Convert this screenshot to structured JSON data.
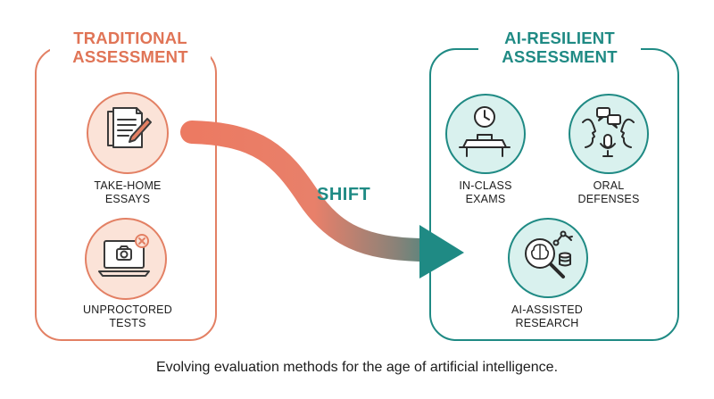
{
  "left_panel": {
    "title_line1": "TRADITIONAL",
    "title_line2": "ASSESSMENT",
    "items": [
      {
        "line1": "TAKE-HOME",
        "line2": "ESSAYS",
        "icon": "document-pencil-icon"
      },
      {
        "line1": "UNPROCTORED",
        "line2": "TESTS",
        "icon": "laptop-camera-blocked-icon"
      }
    ]
  },
  "right_panel": {
    "title_line1": "AI-RESILIENT",
    "title_line2": "ASSESSMENT",
    "items": [
      {
        "line1": "IN-CLASS",
        "line2": "EXAMS",
        "icon": "clock-desk-icon"
      },
      {
        "line1": "ORAL",
        "line2": "DEFENSES",
        "icon": "speaking-heads-microphone-icon"
      },
      {
        "line1": "AI-ASSISTED",
        "line2": "RESEARCH",
        "icon": "brain-magnifier-robot-arm-icon"
      }
    ]
  },
  "arrow_label": "SHIFT",
  "caption": "Evolving evaluation methods for the age of artificial intelligence.",
  "colors": {
    "traditional": "#e38064",
    "resilient": "#1f8a84",
    "traditional_fill": "#fbe3d8",
    "resilient_fill": "#d9f1ee"
  }
}
